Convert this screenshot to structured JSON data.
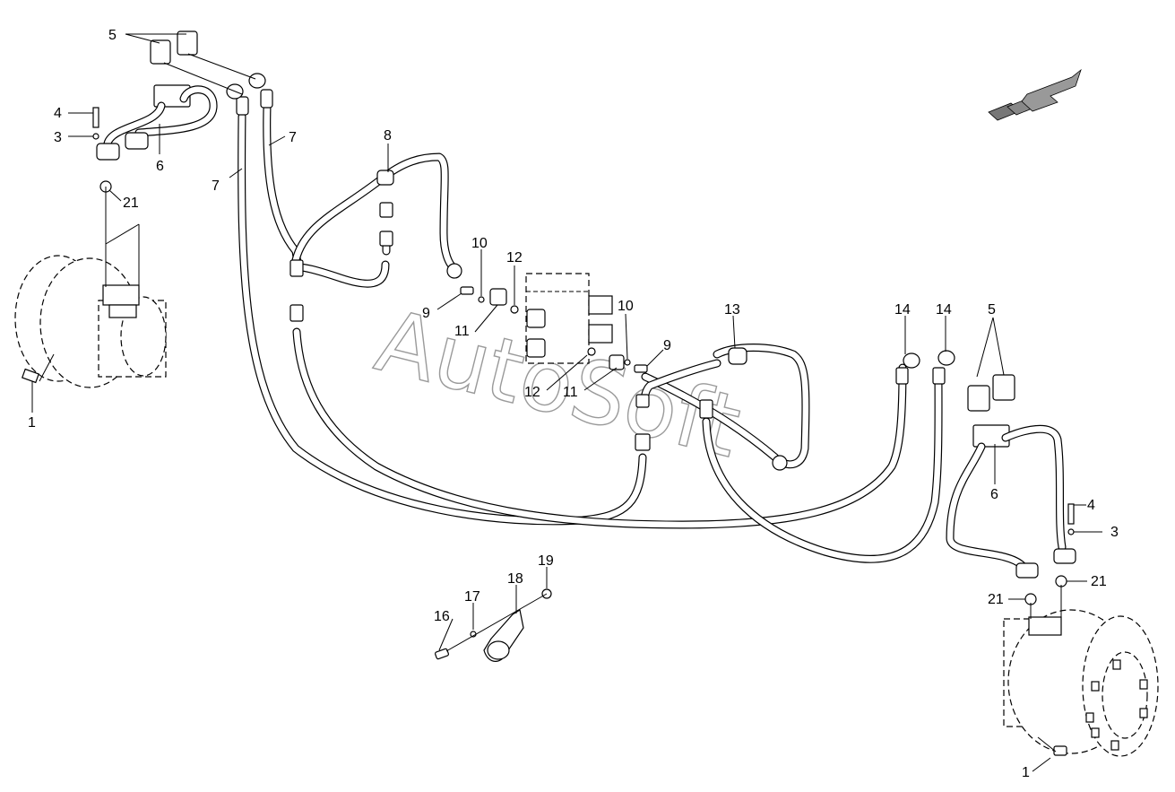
{
  "watermark": "AutoSoft",
  "callouts": [
    {
      "id": "c5a",
      "text": "5"
    },
    {
      "id": "c4a",
      "text": "4"
    },
    {
      "id": "c3a",
      "text": "3"
    },
    {
      "id": "c6a",
      "text": "6"
    },
    {
      "id": "c21a",
      "text": "21"
    },
    {
      "id": "c7a",
      "text": "7"
    },
    {
      "id": "c7b",
      "text": "7"
    },
    {
      "id": "c8",
      "text": "8"
    },
    {
      "id": "c10a",
      "text": "10"
    },
    {
      "id": "c12a",
      "text": "12"
    },
    {
      "id": "c9a",
      "text": "9"
    },
    {
      "id": "c11a",
      "text": "11"
    },
    {
      "id": "c10b",
      "text": "10"
    },
    {
      "id": "c9b",
      "text": "9"
    },
    {
      "id": "c12b",
      "text": "12"
    },
    {
      "id": "c11b",
      "text": "11"
    },
    {
      "id": "c13",
      "text": "13"
    },
    {
      "id": "c14a",
      "text": "14"
    },
    {
      "id": "c14b",
      "text": "14"
    },
    {
      "id": "c5b",
      "text": "5"
    },
    {
      "id": "c6b",
      "text": "6"
    },
    {
      "id": "c4b",
      "text": "4"
    },
    {
      "id": "c3b",
      "text": "3"
    },
    {
      "id": "c21b",
      "text": "21"
    },
    {
      "id": "c21c",
      "text": "21"
    },
    {
      "id": "c1a",
      "text": "1"
    },
    {
      "id": "c1b",
      "text": "1"
    },
    {
      "id": "c16",
      "text": "16"
    },
    {
      "id": "c17",
      "text": "17"
    },
    {
      "id": "c18",
      "text": "18"
    },
    {
      "id": "c19",
      "text": "19"
    }
  ]
}
